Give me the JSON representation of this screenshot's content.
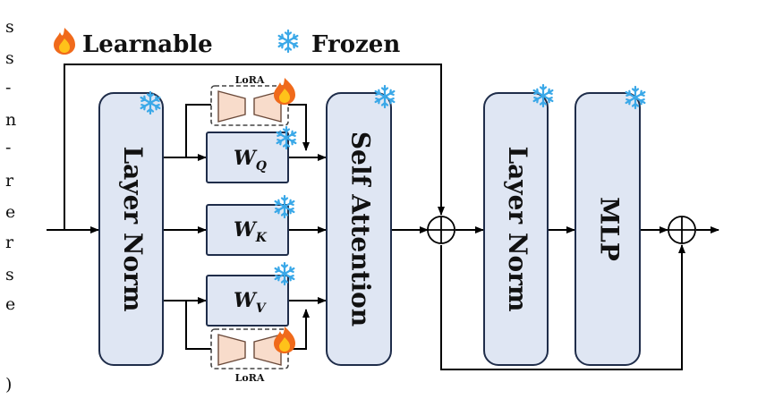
{
  "legend": {
    "learnable_label": "Learnable",
    "frozen_label": "Frozen",
    "learnable_icon": "flame-icon",
    "frozen_icon": "snowflake-icon"
  },
  "left_margin_chars": [
    "s",
    "s",
    "-",
    "n",
    "-",
    "r",
    "e",
    "r",
    "s",
    "e",
    ")"
  ],
  "blocks": {
    "layer_norm_1": "Layer Norm",
    "self_attention": "Self Attention",
    "layer_norm_2": "Layer Norm",
    "mlp": "MLP"
  },
  "weights": {
    "wq": {
      "main": "W",
      "sub": "Q"
    },
    "wk": {
      "main": "W",
      "sub": "K"
    },
    "wv": {
      "main": "W",
      "sub": "V"
    }
  },
  "lora": {
    "top_label": "LoRA",
    "bottom_label": "LoRA"
  },
  "colors": {
    "block_fill": "#dfe6f3",
    "block_stroke": "#1f2d4a",
    "lora_fill": "#f8dccb",
    "lora_stroke": "#6b4a3a",
    "ice": "#3aa8e8",
    "flame_outer": "#f06a1b",
    "flame_inner": "#ffc21a",
    "text": "#111111"
  }
}
